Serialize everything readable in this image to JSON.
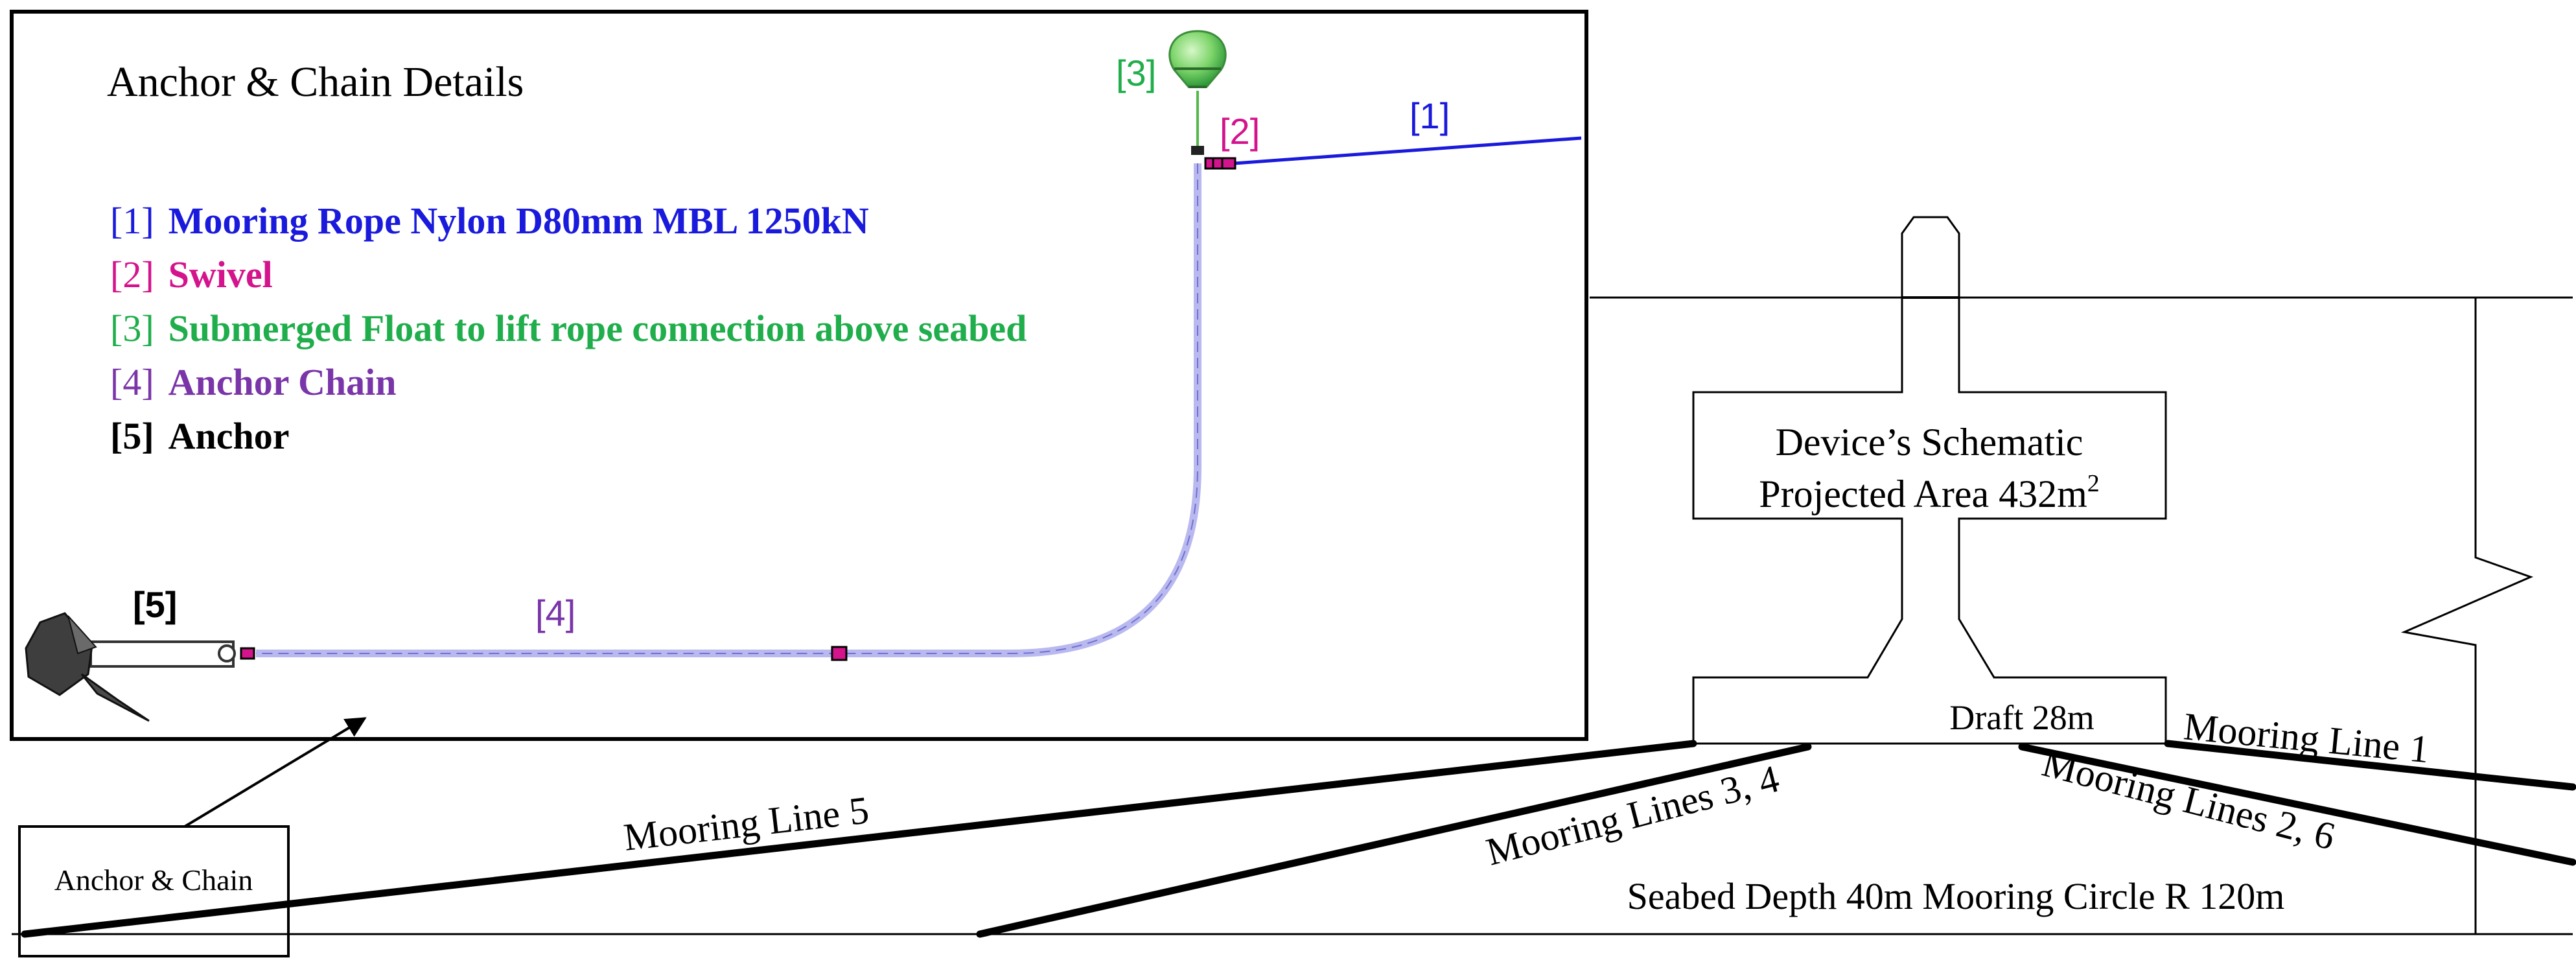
{
  "detail_panel": {
    "title": "Anchor & Chain Details",
    "legend": [
      {
        "num": "[1]",
        "text": "Mooring Rope Nylon D80mm MBL 1250kN",
        "color": "#1a1adc"
      },
      {
        "num": "[2]",
        "text": "Swivel",
        "color": "#d4148c"
      },
      {
        "num": "[3]",
        "text": "Submerged Float to lift rope connection above seabed",
        "color": "#1fae4b"
      },
      {
        "num": "[4]",
        "text": "Anchor Chain",
        "color": "#7a35a8"
      },
      {
        "num": "[5]",
        "text": "Anchor",
        "color": "#000000"
      }
    ],
    "callouts": {
      "rope": "[1]",
      "swivel": "[2]",
      "float": "[3]",
      "chain": "[4]",
      "anchor": "[5]"
    }
  },
  "inset_label": "Anchor & Chain",
  "device": {
    "schematic_line1": "Device’s Schematic",
    "schematic_line2": "Projected Area 432m",
    "schematic_sup": "2",
    "draft": "Draft 28m"
  },
  "mooring_lines": {
    "line1": "Mooring Line 1",
    "line26": "Mooring Lines 2, 6",
    "line34": "Mooring Lines 3, 4",
    "line5": "Mooring Line 5"
  },
  "seabed": "Seabed Depth 40m Mooring Circle R 120m",
  "colors": {
    "rope": "#1a1adc",
    "swivel": "#d4148c",
    "float": "#1fae4b",
    "chain": "#b9b9f0",
    "anchor": "#333333",
    "line": "#000000"
  }
}
